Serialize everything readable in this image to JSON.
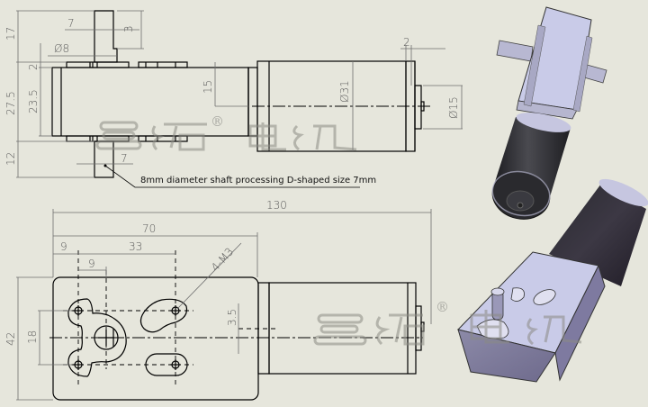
{
  "drawing": {
    "side_view": {
      "dims": {
        "d17": "17",
        "d7_top": "7",
        "d3": "3",
        "phi8": "Ø8",
        "d2_left": "2",
        "d27_5": "27.5",
        "d23_5": "23.5",
        "d15": "15",
        "d12": "12",
        "d7_bottom": "7",
        "d2_right": "2",
        "phi31": "Ø31",
        "phi15": "Ø15"
      },
      "note": "8mm diameter shaft processing D-shaped size 7mm"
    },
    "top_view": {
      "dims": {
        "d130": "130",
        "d70": "70",
        "d9_a": "9",
        "d33": "33",
        "d9_b": "9",
        "thread": "4-M3",
        "d42": "42",
        "d18": "18",
        "d3_5": "3.5"
      }
    },
    "watermark": {
      "text": "三拓 电机",
      "registered": "®"
    },
    "colors": {
      "background": "#e6e6dc",
      "outline": "#000000",
      "dimension": "#6e6e6e",
      "gearbox_face": "#c9cbe8",
      "motor_body": "#2c2c30"
    }
  }
}
